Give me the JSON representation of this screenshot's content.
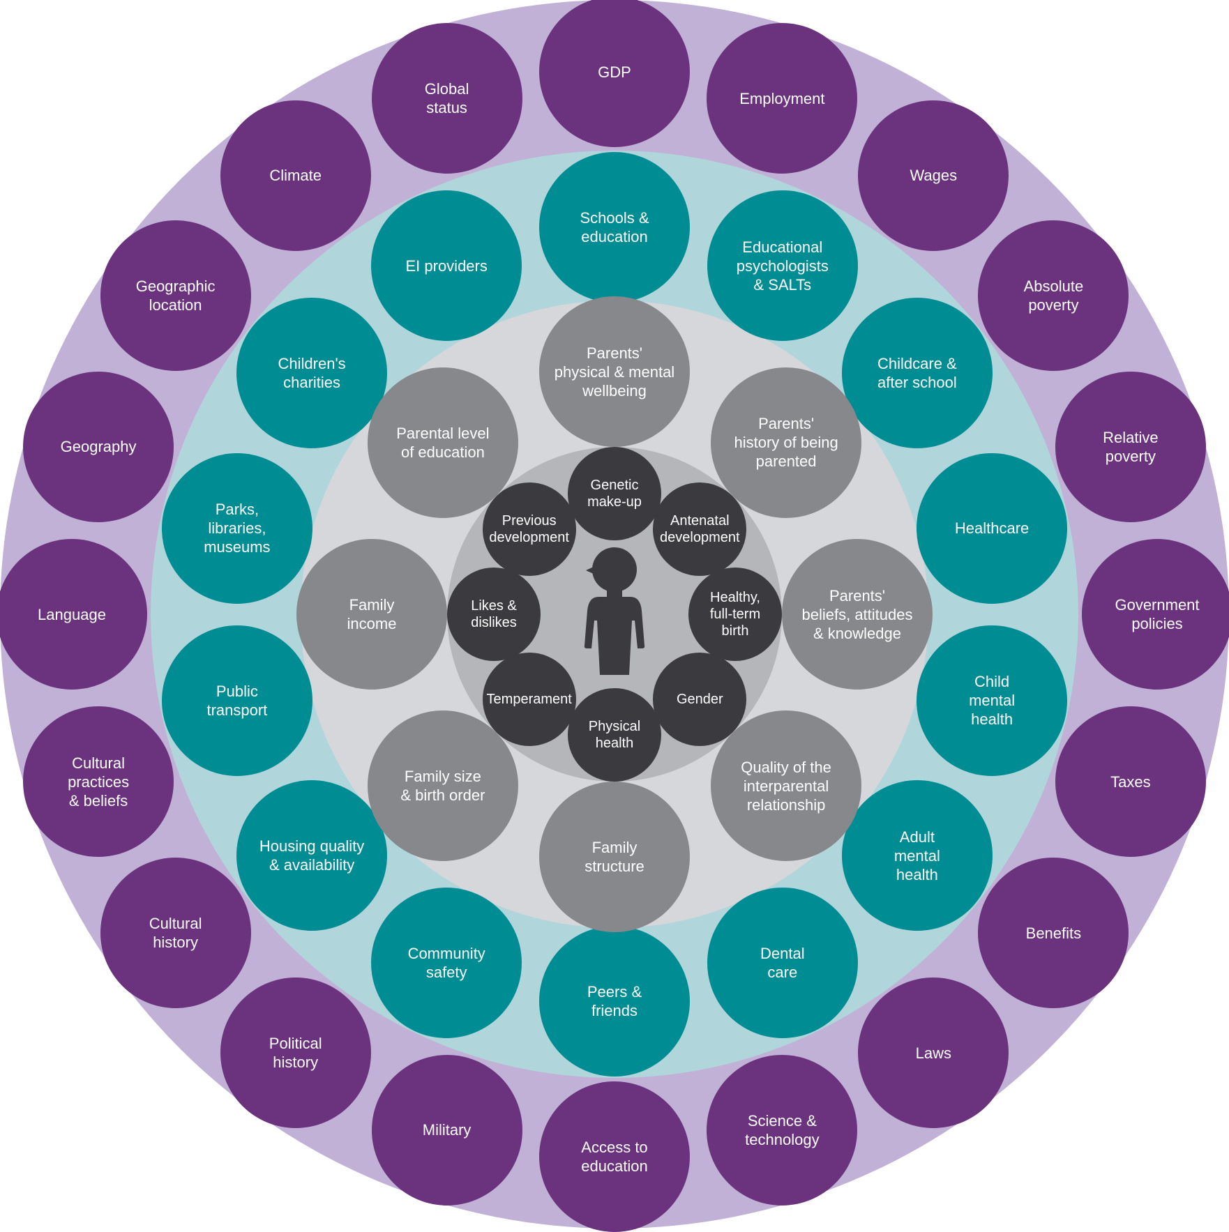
{
  "colors": {
    "outer_ring": "#c1b1d6",
    "outer_node": "#6b337e",
    "mid_ring": "#b0d5da",
    "mid_node": "#008c93",
    "inner_ring": "#d6d7db",
    "inner_node": "#87888c",
    "core_ring": "#b5b6ba",
    "core_node": "#3b3a3f",
    "figure": "#3b3a3f"
  },
  "outer_ring": [
    "GDP",
    "Employment",
    "Wages",
    "Absolute\npoverty",
    "Relative\npoverty",
    "Government\npolicies",
    "Taxes",
    "Benefits",
    "Laws",
    "Science &\ntechnology",
    "Access to\neducation",
    "Military",
    "Political\nhistory",
    "Cultural\nhistory",
    "Cultural\npractices\n& beliefs",
    "Language",
    "Geography",
    "Geographic\nlocation",
    "Climate",
    "Global\nstatus"
  ],
  "middle_ring": [
    "Schools &\neducation",
    "Educational\npsychologists\n& SALTs",
    "Childcare &\nafter school",
    "Healthcare",
    "Child\nmental\nhealth",
    "Adult\nmental\nhealth",
    "Dental\ncare",
    "Peers &\nfriends",
    "Community\nsafety",
    "Housing quality\n& availability",
    "Public\ntransport",
    "Parks,\nlibraries,\nmuseums",
    "Children's\ncharities",
    "EI providers"
  ],
  "inner_ring": [
    "Parents'\nphysical & mental\nwellbeing",
    "Parents'\nhistory of being\nparented",
    "Parents'\nbeliefs, attitudes\n& knowledge",
    "Quality of the\ninterparental\nrelationship",
    "Family\nstructure",
    "Family size\n& birth order",
    "Family\nincome",
    "Parental level\nof education"
  ],
  "core_ring": [
    "Genetic\nmake-up",
    "Antenatal\ndevelopment",
    "Healthy,\nfull-term\nbirth",
    "Gender",
    "Physical\nhealth",
    "Temperament",
    "Likes &\ndislikes",
    "Previous\ndevelopment"
  ],
  "center_icon": "child-icon"
}
